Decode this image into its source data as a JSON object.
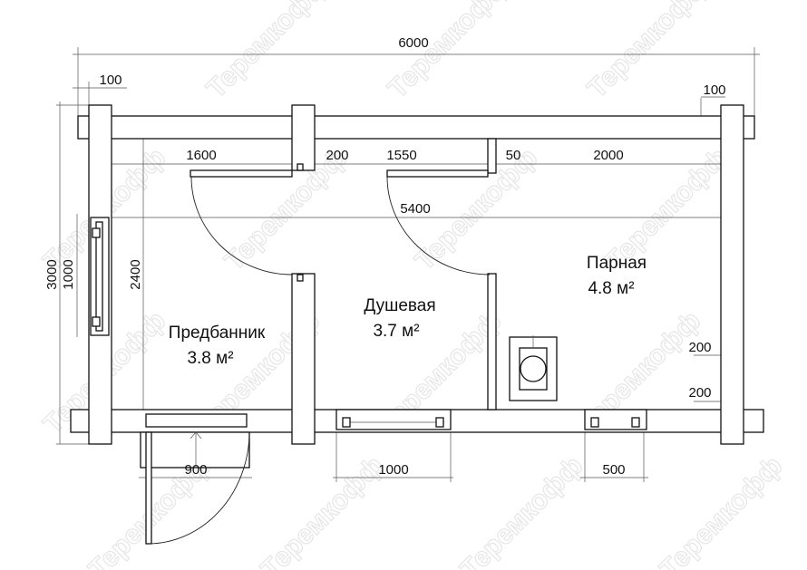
{
  "watermark": "Теремкофф",
  "rooms": [
    {
      "name": "Предбанник",
      "area": "3.8 м²"
    },
    {
      "name": "Душевая",
      "area": "3.7 м²"
    },
    {
      "name": "Парная",
      "area": "4.8 м²"
    }
  ],
  "dimensions": {
    "total_width": "6000",
    "left_overhang": "100",
    "right_overhang": "100",
    "predbannik_width": "1600",
    "partition_1": "200",
    "shower_width": "1550",
    "partition_2": "50",
    "steam_width": "2000",
    "inner_length": "5400",
    "total_height": "3000",
    "left_window": "1000",
    "inner_height": "2400",
    "right_offset_1": "200",
    "right_offset_2": "200",
    "door_width": "900",
    "window_1": "1000",
    "window_2": "500"
  }
}
